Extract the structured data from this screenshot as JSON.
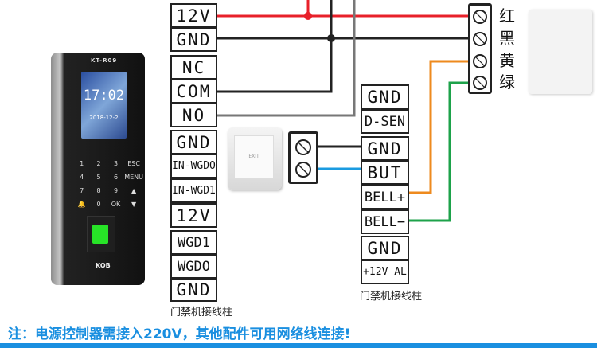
{
  "controller_terminals": {
    "caption": "门禁机接线柱",
    "pins": [
      "12V",
      "GND",
      "NC",
      "COM",
      "NO",
      "GND",
      "IN-WGDO",
      "IN-WGD1",
      "12V",
      "WGD1",
      "WGDO",
      "GND"
    ]
  },
  "power_terminals": {
    "caption": "门禁机接线柱",
    "pins": [
      "GND",
      "D-SEN",
      "GND",
      "BUT",
      "BELL+",
      "BELL−",
      "GND",
      "+12V AL"
    ]
  },
  "device": {
    "model": "KT-R09",
    "time": "17:02",
    "date": "2018-12-2",
    "brand": "KOB",
    "keys": [
      "1",
      "2",
      "3",
      "ESC",
      "4",
      "5",
      "6",
      "MENU",
      "7",
      "8",
      "9",
      "▲",
      "🔔",
      "0",
      "OK",
      "▼"
    ]
  },
  "exit_button": {
    "label": "EXIT"
  },
  "bell_wire_colors": [
    "红",
    "黑",
    "黄",
    "绿"
  ],
  "note": "注：电源控制器需接入220V，其他配件可用网络线连接!",
  "colors": {
    "red": "#e8202a",
    "black": "#222222",
    "gray": "#777777",
    "orange": "#ee8a1e",
    "green": "#1da24a",
    "blue": "#1a9be0",
    "accent": "#1a8fe0"
  }
}
